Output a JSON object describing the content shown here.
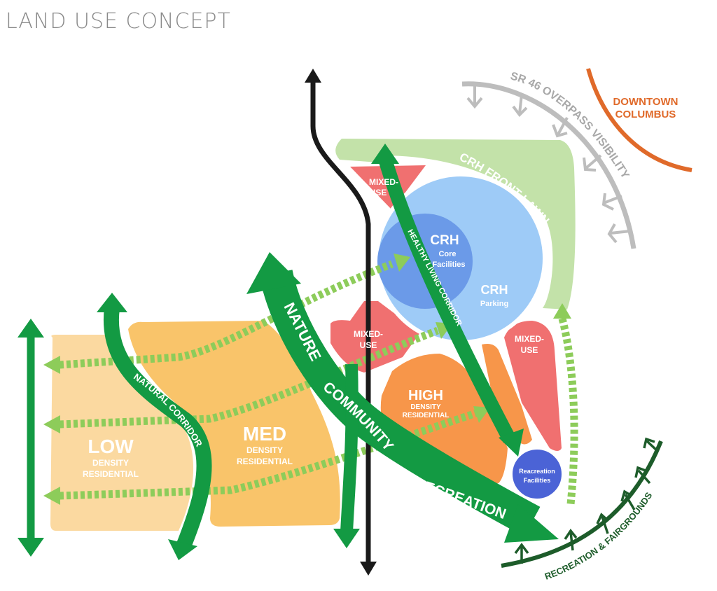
{
  "title": "LAND USE CONCEPT",
  "colors": {
    "low_density": "#fbd9a0",
    "med_density": "#f9c46a",
    "high_density": "#f7964a",
    "mixed_use": "#f07070",
    "crh_parking": "#9ecbf7",
    "crh_core": "#6b9ae8",
    "recreation_facilities": "#4b63d6",
    "front_lawn": "#c3e2a9",
    "green_arrow": "#139a43",
    "dashed_connector": "#8dcc5a",
    "road": "#1a1a1a",
    "sr46_arc": "#bdbdbd",
    "downtown_arc": "#e06a2a",
    "fairgrounds": "#1d5c2a"
  },
  "zones": {
    "low": {
      "name": "LOW",
      "line1": "DENSITY",
      "line2": "RESIDENTIAL"
    },
    "med": {
      "name": "MED",
      "line1": "DENSITY",
      "line2": "RESIDENTIAL"
    },
    "high": {
      "name": "HIGH",
      "line1": "DENSITY",
      "line2": "RESIDENTIAL"
    },
    "mixed_top": {
      "line1": "MIXED-",
      "line2": "USE"
    },
    "mixed_mid": {
      "line1": "MIXED-",
      "line2": "USE"
    },
    "mixed_right": {
      "line1": "MIXED-",
      "line2": "USE"
    },
    "crh_core": {
      "name": "CRH",
      "line1": "Core",
      "line2": "Facilities"
    },
    "crh_parking": {
      "name": "CRH",
      "line1": "Parking"
    },
    "recreation_facilities": {
      "line1": "Reacreation",
      "line2": "Facilities"
    }
  },
  "labels": {
    "front_lawn": "CRH FRONT LAWN",
    "sr46": "SR 46 OVERPASS VISIBILITY",
    "downtown_1": "DOWNTOWN",
    "downtown_2": "COLUMBUS",
    "natural_corridor": "NATURAL CORRIDOR",
    "healthy_living": "HEALTHY LIVING CORRIDOR",
    "nature": "NATURE",
    "community": "COMMUNITY",
    "recreation": "RECREATION",
    "fairgrounds": "RECREATION & FAIRGROUNDS"
  }
}
